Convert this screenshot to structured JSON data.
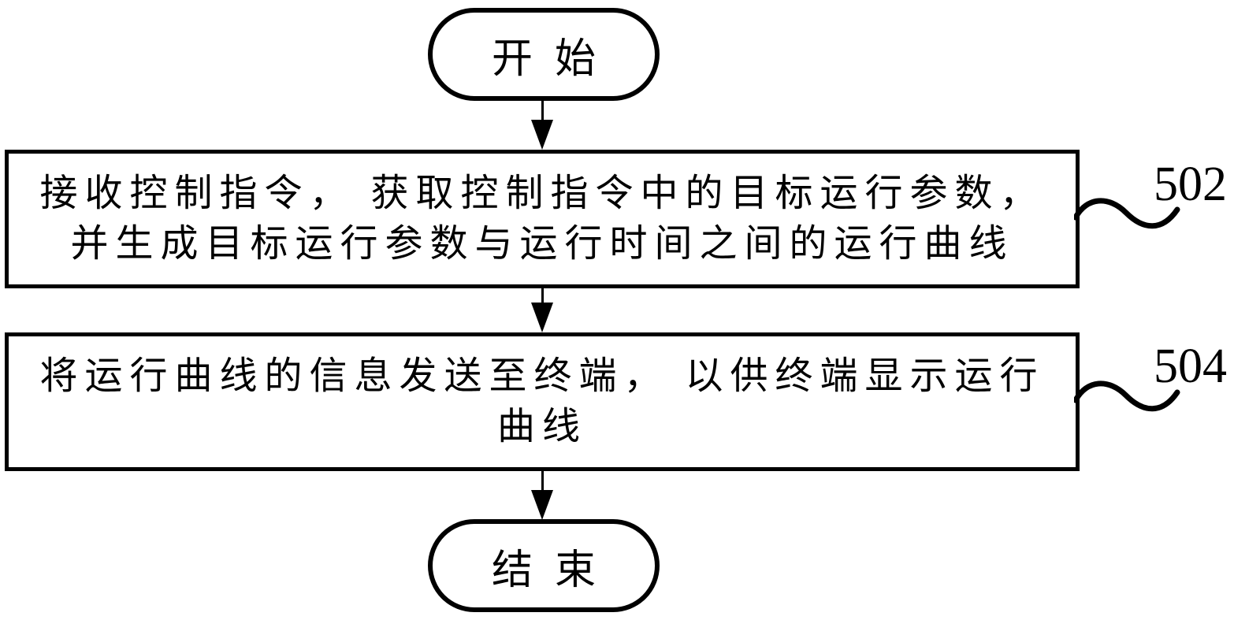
{
  "diagram": {
    "start_label": "开始",
    "end_label": "结束",
    "steps": [
      {
        "ref": "502",
        "line1": "接收控制指令， 获取控制指令中的目标运行参数，",
        "line2": "并生成目标运行参数与运行时间之间的运行曲线"
      },
      {
        "ref": "504",
        "line1": "将运行曲线的信息发送至终端， 以供终端显示运行",
        "line2": "曲线"
      }
    ],
    "colors": {
      "line": "#000000",
      "background": "#ffffff"
    }
  }
}
